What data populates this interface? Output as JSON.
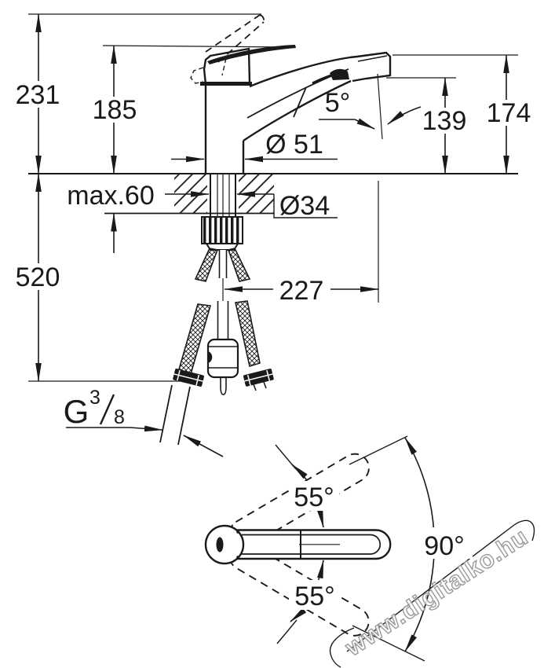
{
  "page": {
    "background": "#ffffff",
    "ink": "#1a1a1a",
    "watermark_color": "#9a9a9a"
  },
  "drawing": {
    "type": "faucet-installation-dimension-diagram",
    "labels": {
      "height_total": "231",
      "height_to_lever": "185",
      "counter_thickness": "max.60",
      "depth_below": "520",
      "base_diameter": "Ø 51",
      "hole_diameter": "Ø34",
      "spout_angle": "5°",
      "outlet_height": "139",
      "overall_height": "174",
      "spout_reach": "227",
      "thread_letter": "G",
      "thread_numerator": "3",
      "thread_slash": "/",
      "thread_denominator": "8",
      "handle_swivel_upper": "55°",
      "handle_swivel_lower": "55°",
      "swivel_range": "90°"
    },
    "watermark": "www.digitalko.hu"
  }
}
